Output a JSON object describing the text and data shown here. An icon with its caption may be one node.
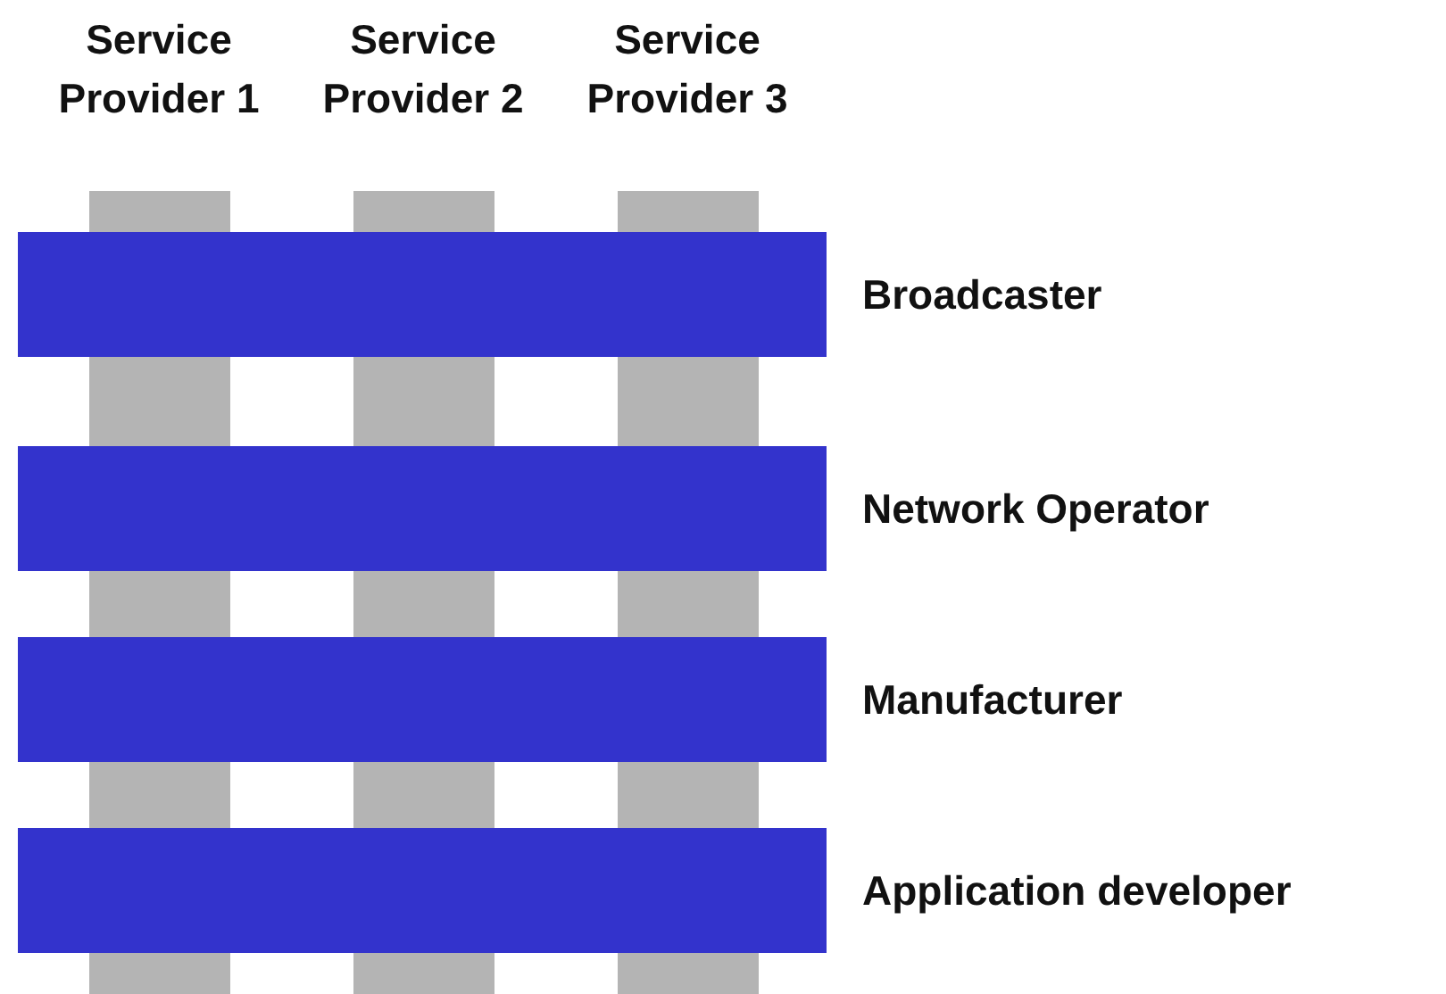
{
  "diagram": {
    "nodes": [
      {
        "text": [
          "Service Provider 1"
        ]
      },
      {
        "text": [
          "Service Provider 2"
        ]
      },
      {
        "text": [
          "Service Provider 3"
        ]
      },
      {
        "text": [
          "Broadcaster"
        ]
      },
      {
        "text": [
          "Network Operator"
        ]
      },
      {
        "text": [
          "Manufacturer"
        ]
      },
      {
        "text": [
          "Application developer"
        ]
      }
    ]
  }
}
